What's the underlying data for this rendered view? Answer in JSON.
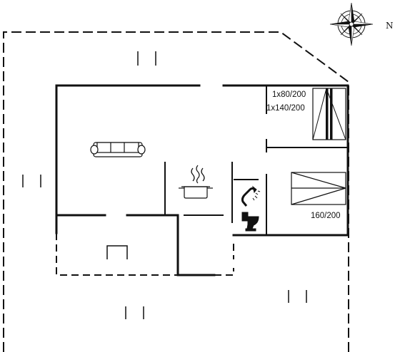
{
  "compass": {
    "north_label": "N"
  },
  "rooms": {
    "bedroom_1": {
      "beds": [
        "1x80/200",
        "1x140/200"
      ]
    },
    "bedroom_2": {
      "beds": [
        "160/200"
      ]
    }
  },
  "icons": [
    "compass-rose-icon",
    "sofa-icon",
    "cooking-pot-icon",
    "shower-icon",
    "toilet-icon",
    "single-bed-icon",
    "double-bed-icon",
    "terrace-mark-icon"
  ],
  "colors": {
    "line": "#111111",
    "background": "#ffffff"
  }
}
